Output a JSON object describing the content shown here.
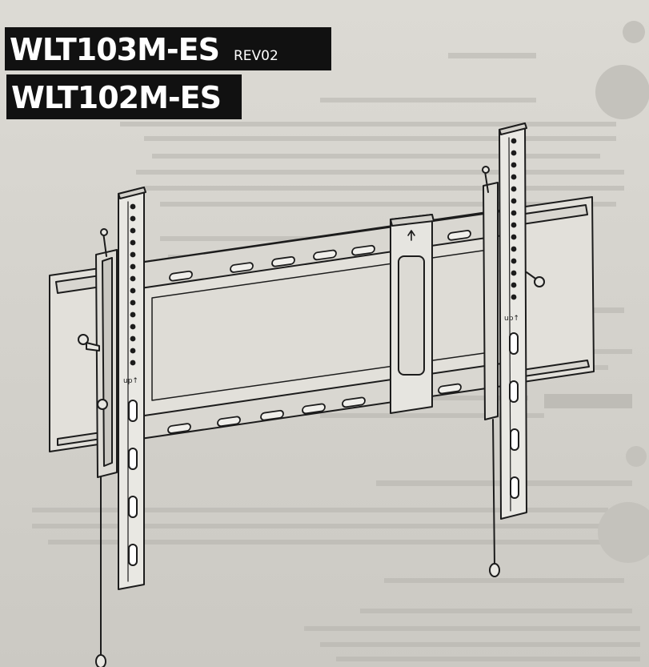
{
  "labels": {
    "model_primary": "WLT103M-ES",
    "model_revision": "REV02",
    "model_secondary": "WLT102M-ES"
  },
  "diagram": {
    "left_bracket_marking": "up↑",
    "right_bracket_marking": "up↑"
  },
  "colors": {
    "paper": "#d3d1cb",
    "ink": "#1c1c1c",
    "label_background": "#111111",
    "label_text": "#ffffff"
  }
}
